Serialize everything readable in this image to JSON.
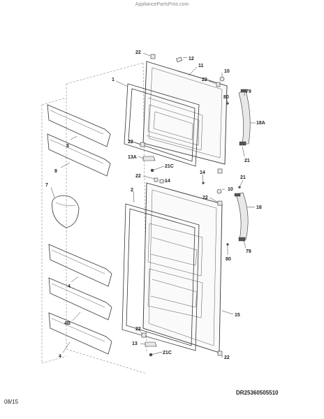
{
  "header": {
    "site": "AppliancePartsPros.com"
  },
  "footer": {
    "drawing_id": "DR25360505510",
    "date": "08/15"
  },
  "callouts": {
    "c22a": "22",
    "c12": "12",
    "c11": "11",
    "c10a": "10",
    "c22b": "22",
    "c79a": "79",
    "c1": "1",
    "c80a": "80",
    "c18a": "18A",
    "c8a": "8",
    "c22c": "22",
    "c8b": "8",
    "c13a": "13A",
    "c21c_a": "21C",
    "c21a": "21",
    "c14a": "14",
    "c22d": "22",
    "c14b": "14",
    "c21b": "21",
    "c7": "7",
    "c2": "2",
    "c10b": "10",
    "c22e": "22",
    "c18": "18",
    "c4a": "4",
    "c79b": "79",
    "c80b": "80",
    "c15": "15",
    "c4b": "4B",
    "c22f": "22",
    "c13": "13",
    "c4c": "4",
    "c21c_b": "21C",
    "c22g": "22"
  }
}
